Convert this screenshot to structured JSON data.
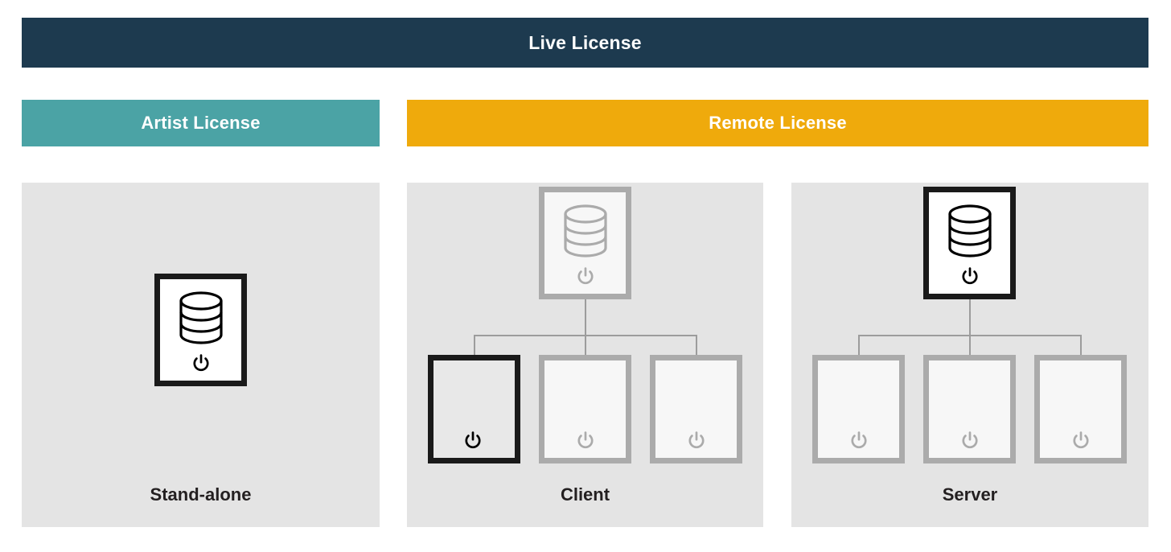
{
  "banner": {
    "title": "Live License"
  },
  "categories": [
    {
      "label": "Artist License",
      "color": "#4BA3A5"
    },
    {
      "label": "Remote License",
      "color": "#EFAA0C"
    }
  ],
  "panels": [
    {
      "title": "Stand-alone",
      "category": "Artist License",
      "nodes": [
        {
          "role": "database-server",
          "state": "active",
          "icons": [
            "database-icon",
            "power-icon"
          ]
        }
      ]
    },
    {
      "title": "Client",
      "category": "Remote License",
      "nodes": [
        {
          "role": "database-server",
          "state": "idle",
          "icons": [
            "database-icon",
            "power-icon"
          ]
        },
        {
          "role": "client",
          "state": "active",
          "icons": [
            "power-icon"
          ]
        },
        {
          "role": "client",
          "state": "idle",
          "icons": [
            "power-icon"
          ]
        },
        {
          "role": "client",
          "state": "idle",
          "icons": [
            "power-icon"
          ]
        }
      ]
    },
    {
      "title": "Server",
      "category": "Remote License",
      "nodes": [
        {
          "role": "database-server",
          "state": "active",
          "icons": [
            "database-icon",
            "power-icon"
          ]
        },
        {
          "role": "client",
          "state": "idle",
          "icons": [
            "power-icon"
          ]
        },
        {
          "role": "client",
          "state": "idle",
          "icons": [
            "power-icon"
          ]
        },
        {
          "role": "client",
          "state": "idle",
          "icons": [
            "power-icon"
          ]
        }
      ]
    }
  ],
  "colors": {
    "banner_bg": "#1D3A4F",
    "artist_bg": "#4BA3A5",
    "remote_bg": "#EFAA0C",
    "panel_bg": "#E4E4E4",
    "active_stroke": "#1A1A1A",
    "idle_stroke": "#ABABAB",
    "connector": "#9C9C9C",
    "text_dark": "#231F20",
    "text_light": "#FFFFFF"
  }
}
